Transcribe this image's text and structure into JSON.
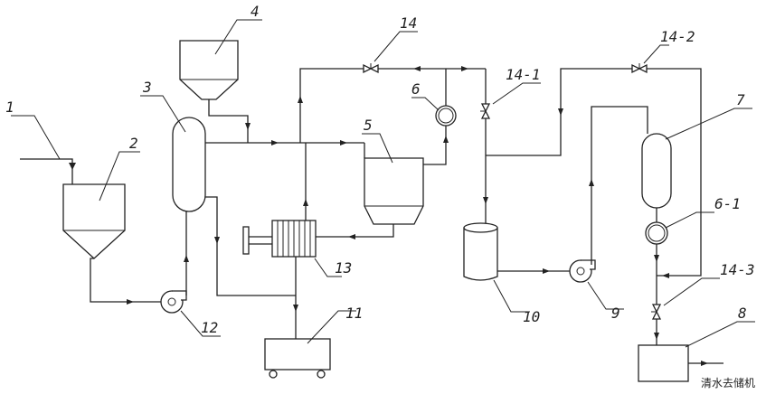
{
  "labels": {
    "n1": "1",
    "n2": "2",
    "n3": "3",
    "n4": "4",
    "n5": "5",
    "n6": "6",
    "n6_1": "6-1",
    "n7": "7",
    "n8": "8",
    "n9": "9",
    "n10": "10",
    "n11": "11",
    "n12": "12",
    "n13": "13",
    "n14": "14",
    "n14_1": "14-1",
    "n14_2": "14-2",
    "n14_3": "14-3"
  },
  "outlet_note": "清水去储机"
}
